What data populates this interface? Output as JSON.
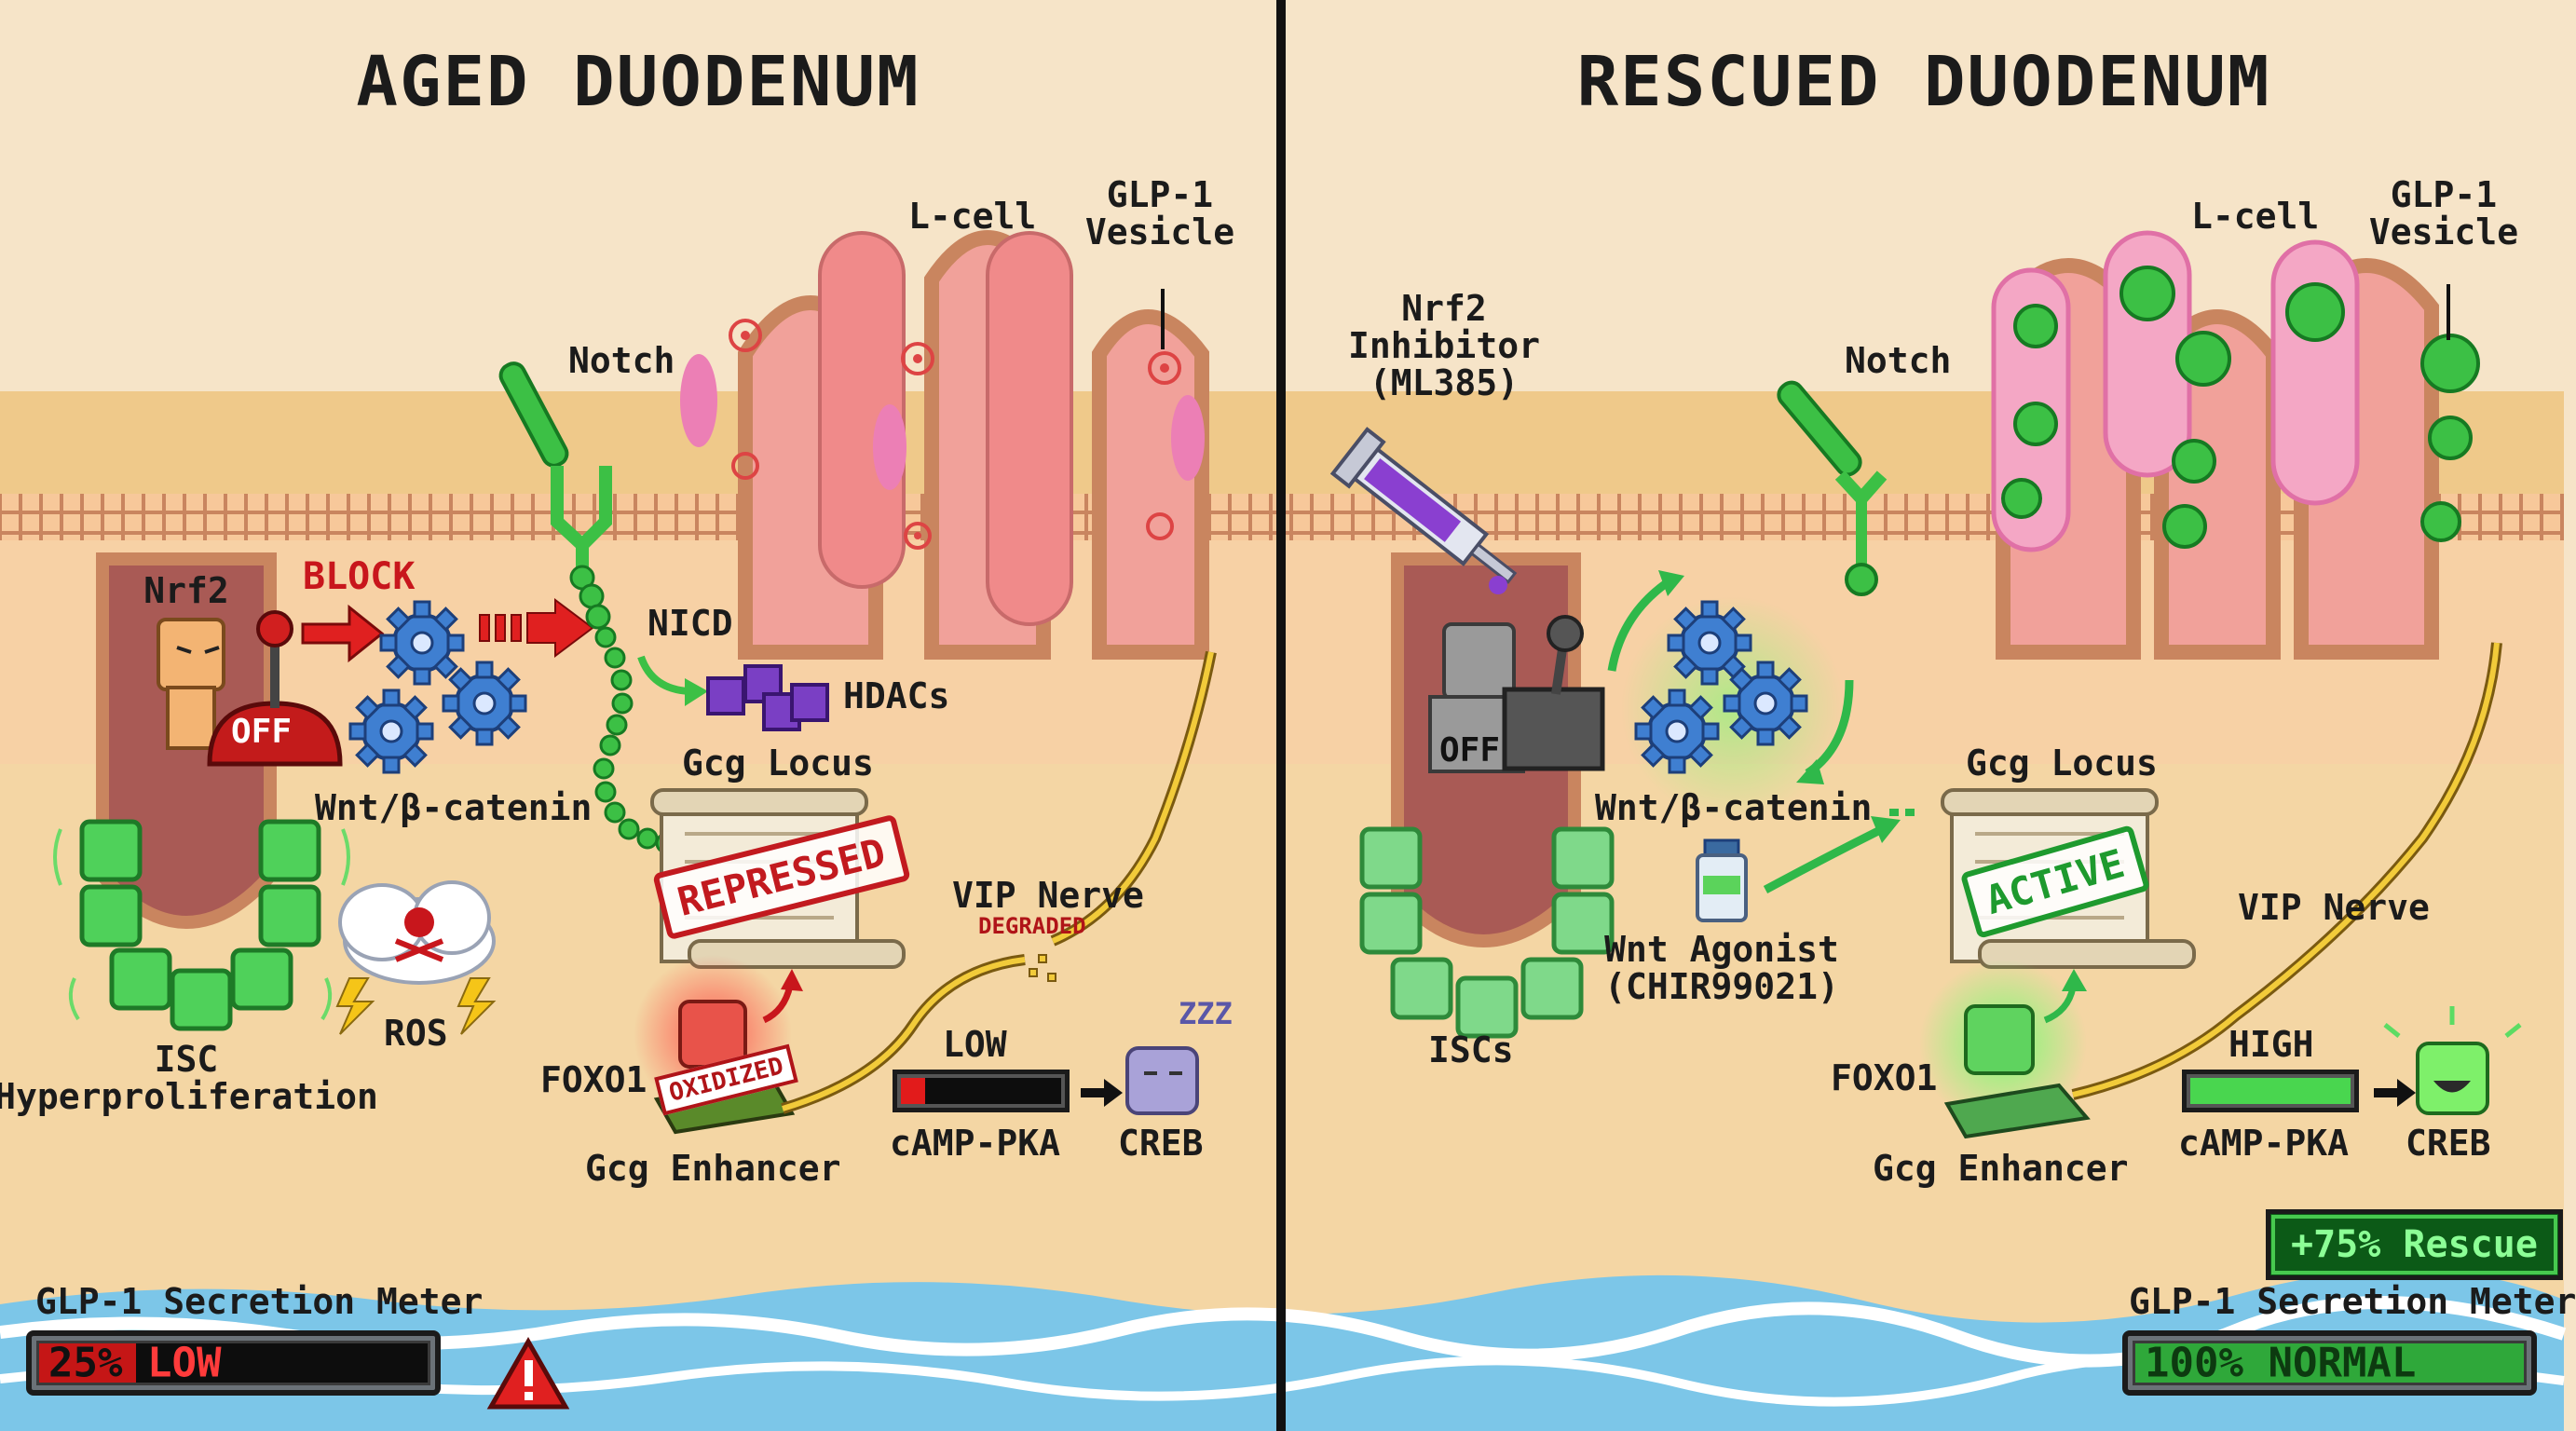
{
  "left": {
    "title": "AGED DUODENUM",
    "labels": {
      "nrf2": "Nrf2",
      "block": "BLOCK",
      "switch_off": "OFF",
      "wnt": "Wnt/β-catenin",
      "notch": "Notch",
      "nicd": "NICD",
      "hdacs": "HDACs",
      "lcell": "L-cell",
      "glp1_vesicle": "GLP-1\nVesicle",
      "gcg_locus": "Gcg Locus",
      "repressed": "REPRESSED",
      "vip_nerve": "VIP Nerve",
      "degraded": "DEGRADED",
      "isc": "ISC\nHyperproliferation",
      "ros": "ROS",
      "foxo1": "FOXO1",
      "oxidized": "OXIDIZED",
      "gcg_enhancer": "Gcg Enhancer",
      "camp_level": "LOW",
      "camp_pka": "cAMP-PKA",
      "creb": "CREB",
      "creb_sleep": "ZZZ"
    },
    "camp_pka_level": 0.15,
    "meter": {
      "label": "GLP-1 Secretion Meter",
      "percent_text": "25%",
      "status": "LOW",
      "value": 0.25
    }
  },
  "right": {
    "title": "RESCUED DUODENUM",
    "labels": {
      "inhibitor": "Nrf2\nInhibitor\n(ML385)",
      "switch_off": "OFF",
      "wnt": "Wnt/β-catenin",
      "notch": "Notch",
      "lcell": "L-cell",
      "glp1_vesicle": "GLP-1\nVesicle",
      "gcg_locus": "Gcg Locus",
      "active": "ACTIVE",
      "vip_nerve": "VIP Nerve",
      "wnt_agonist": "Wnt Agonist\n(CHIR99021)",
      "iscs": "ISCs",
      "foxo1": "FOXO1",
      "gcg_enhancer": "Gcg Enhancer",
      "camp_level": "HIGH",
      "camp_pka": "cAMP-PKA",
      "creb": "CREB"
    },
    "camp_pka_level": 1.0,
    "rescue_badge": "+75% Rescue",
    "meter": {
      "label": "GLP-1 Secretion Meter",
      "percent_text": "100%",
      "status": "NORMAL",
      "value": 1.0
    }
  },
  "colors": {
    "sand": "#f6e4c8",
    "tissue": "#f7c89a",
    "lumen": "#a95a55",
    "villus": "#f1a19a",
    "lcell_pink": "#ec7fb5",
    "stem_green": "#4fd15a",
    "gear_blue": "#3f7fd1",
    "notch_green": "#2fb84a",
    "hdac_purple": "#7a3fc4",
    "alert_red": "#c8161c",
    "ok_green": "#1e9a2e",
    "water": "#7cc6e8"
  }
}
